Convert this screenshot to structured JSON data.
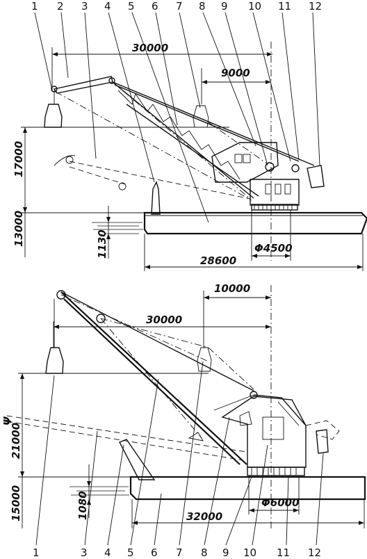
{
  "top_figure": {
    "callouts": [
      "1",
      "2",
      "3",
      "4",
      "5",
      "6",
      "7",
      "8",
      "9",
      "10",
      "11",
      "12"
    ],
    "dims": {
      "reach_outer": "30000",
      "reach_inner": "9000",
      "height_above": "17000",
      "depth_below": "13000",
      "draft": "1130",
      "pontoon_length": "28600",
      "ring_diameter": "Φ4500"
    }
  },
  "bottom_figure": {
    "callouts": [
      "1",
      "3",
      "4",
      "5",
      "6",
      "7",
      "8",
      "9",
      "10",
      "11",
      "12"
    ],
    "dims": {
      "reach_inner": "10000",
      "reach_outer": "30000",
      "height_above": "21000",
      "depth_below": "15000",
      "draft": "1080",
      "pontoon_length": "32000",
      "ring_diameter": "Φ6000",
      "psi_mark": "Ψ"
    }
  }
}
